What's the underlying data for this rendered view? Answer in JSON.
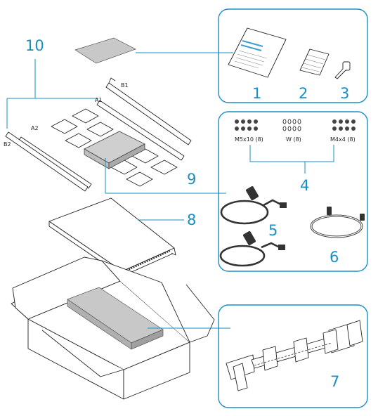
{
  "callouts": {
    "c1": "1",
    "c2": "2",
    "c3": "3",
    "c4": "4",
    "c5": "5",
    "c6": "6",
    "c7": "7",
    "c8": "8",
    "c9": "9",
    "c10": "10"
  },
  "rail_labels": {
    "a1": "A1",
    "a2": "A2",
    "b1": "B1",
    "b2": "B2"
  },
  "screw_labels": {
    "m5x10": "M5x10 (8)",
    "w": "W (8)",
    "m4x4": "M4x4 (8)"
  },
  "colors": {
    "accent": "#1a8fc4",
    "line": "#222222",
    "gray": "#b5b5b5"
  }
}
